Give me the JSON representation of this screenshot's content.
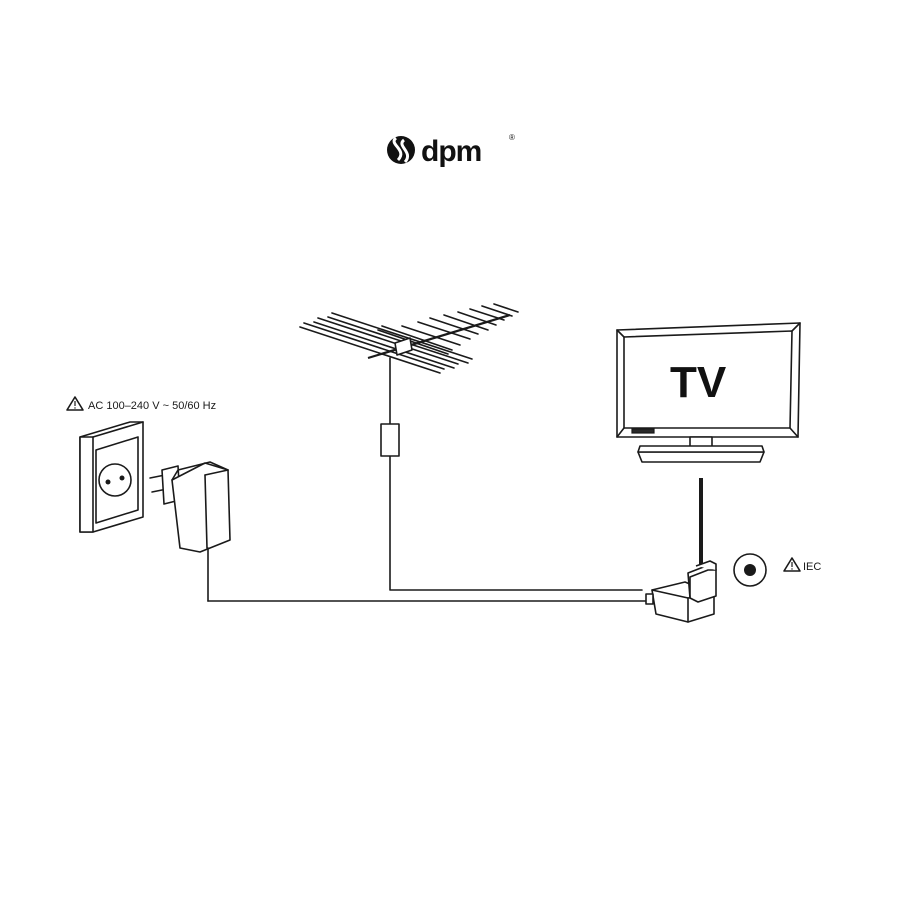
{
  "brand": {
    "name": "dpm",
    "registered_mark": "®"
  },
  "power_label": "AC 100–240 V ~ 50/60 Hz",
  "iec_label": "IEC",
  "tv_label": "TV",
  "icons": {
    "logo": "dpm-logo-icon",
    "warning": "warning-triangle-icon",
    "outlet": "wall-outlet-icon",
    "adapter": "power-adapter-icon",
    "antenna": "yagi-antenna-icon",
    "tv": "television-icon",
    "amplifier": "amplifier-icon",
    "iec": "iec-connector-icon"
  }
}
